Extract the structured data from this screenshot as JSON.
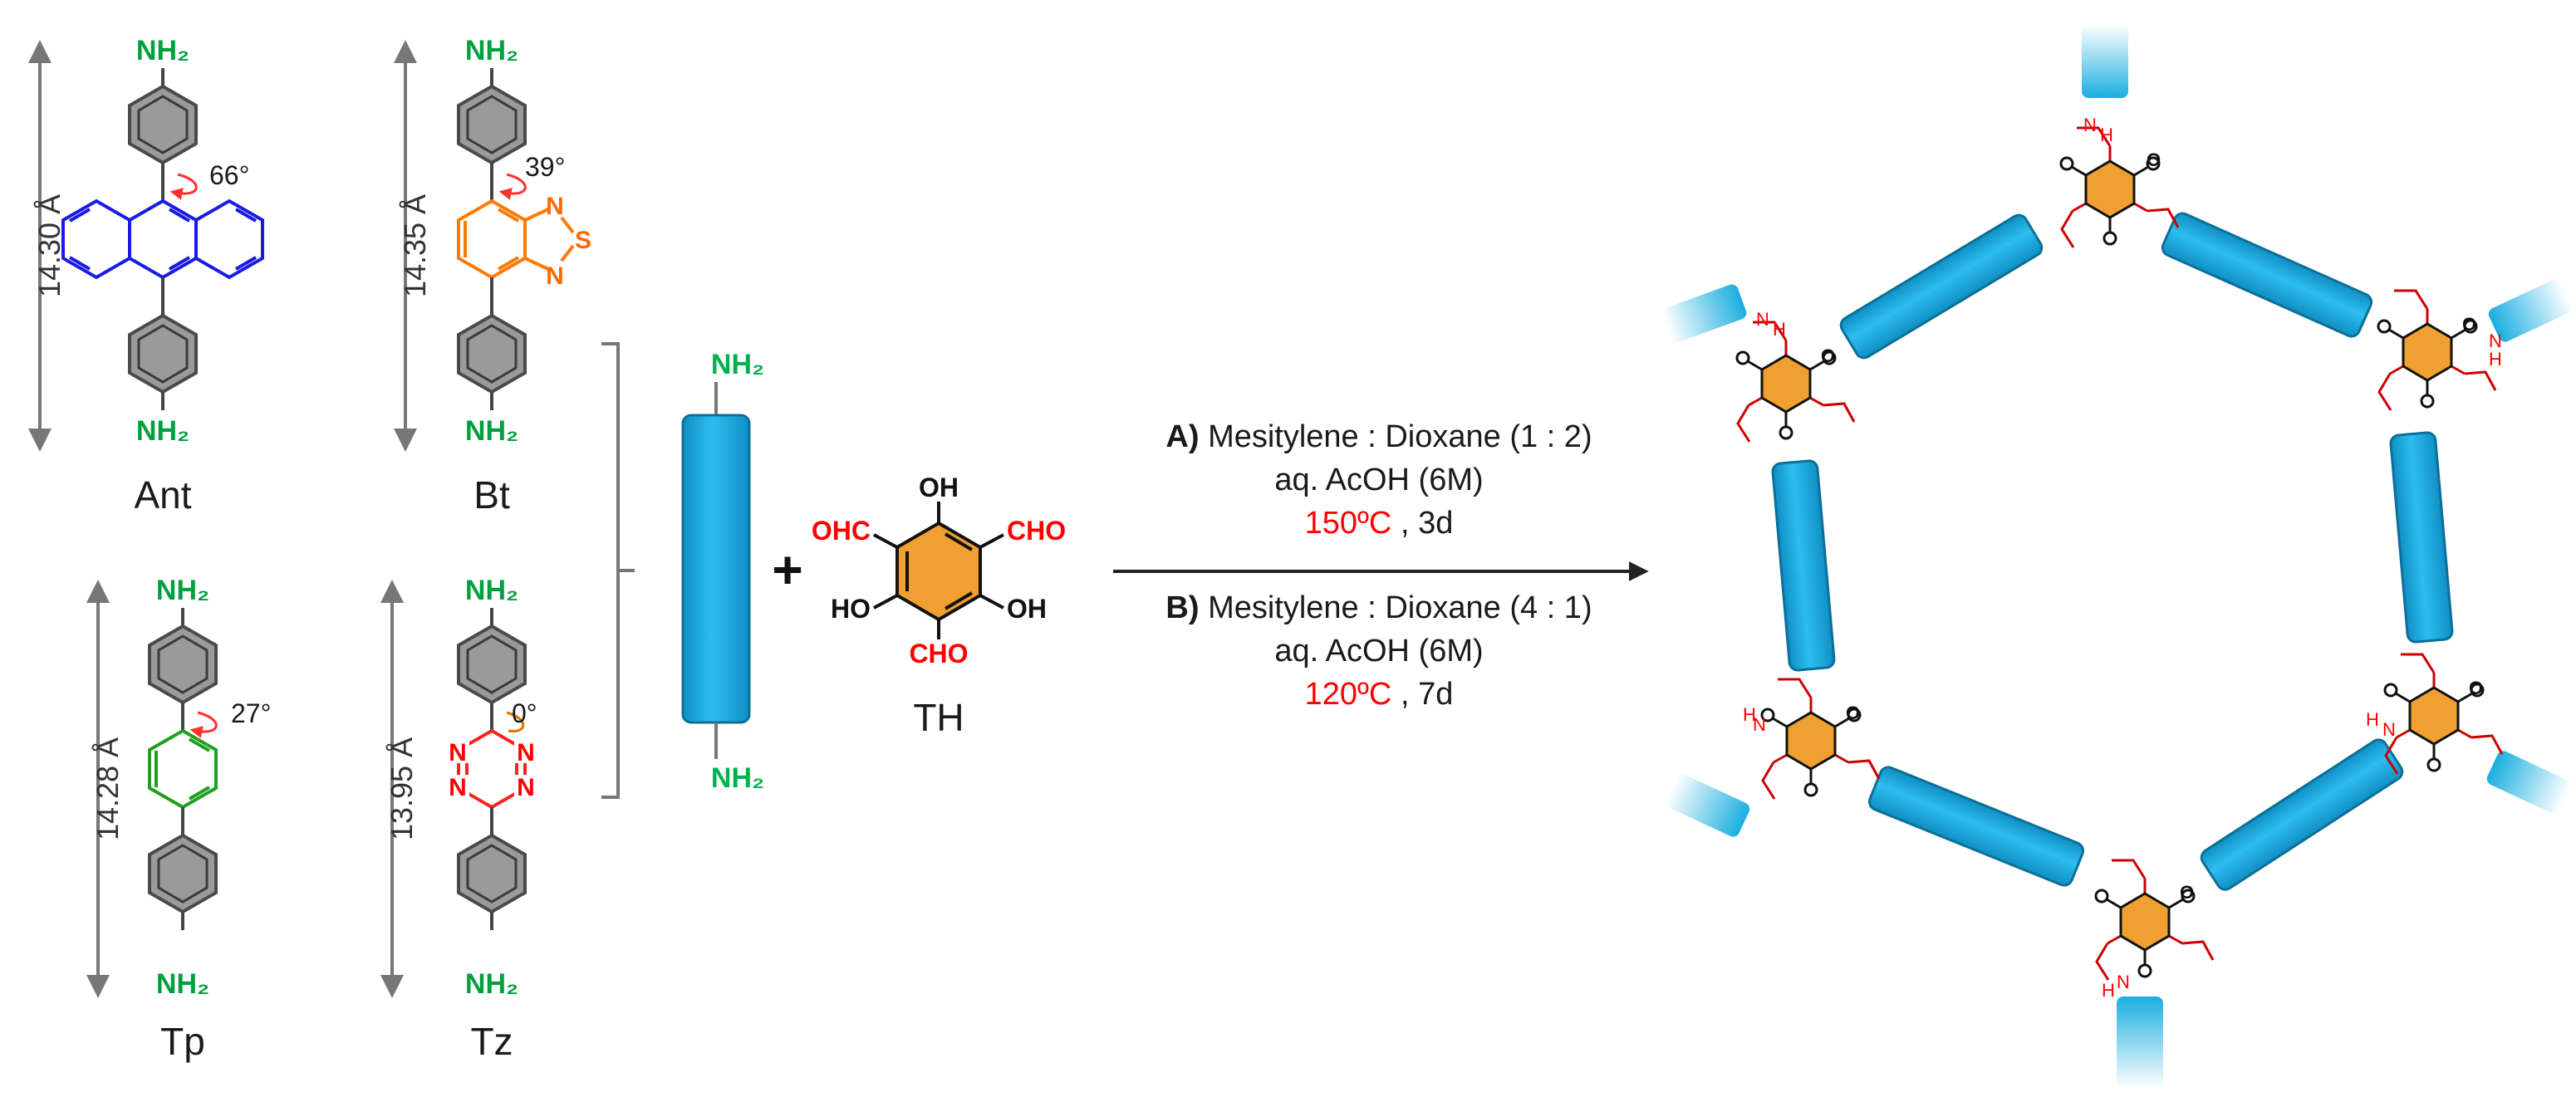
{
  "linkers": {
    "ant": {
      "name": "Ant",
      "length": "14.30 Å",
      "angle": "66°",
      "top_group": "NH₂",
      "bottom_group": "NH₂"
    },
    "bt": {
      "name": "Bt",
      "length": "14.35 Å",
      "angle": "39°",
      "top_group": "NH₂",
      "bottom_group": "NH₂",
      "atoms": [
        "N",
        "S",
        "N"
      ]
    },
    "tp": {
      "name": "Tp",
      "length": "14.28 Å",
      "angle": "27°",
      "top_group": "NH₂",
      "bottom_group": "NH₂"
    },
    "tz": {
      "name": "Tz",
      "length": "13.95 Å",
      "angle": "0°",
      "top_group": "NH₂",
      "bottom_group": "NH₂",
      "atoms": [
        "N",
        "N",
        "N",
        "N"
      ]
    }
  },
  "generic_linker": {
    "top_group": "NH₂",
    "bottom_group": "NH₂"
  },
  "plus": "+",
  "aldehyde": {
    "name": "TH",
    "substituents": {
      "top": "OH",
      "top_left": "OHC",
      "top_right": "CHO",
      "bottom_left": "HO",
      "bottom_right": "OH",
      "bottom": "CHO"
    }
  },
  "conditions": {
    "a": {
      "tag": "A)",
      "solvent": "Mesitylene : Dioxane (1 : 2)",
      "acid": "aq. AcOH (6M)",
      "temp": "150ºC",
      "time": ", 3d"
    },
    "b": {
      "tag": "B)",
      "solvent": "Mesitylene : Dioxane (4 : 1)",
      "acid": "aq. AcOH (6M)",
      "temp": "120ºC",
      "time": ", 7d"
    }
  },
  "node_atoms": {
    "o": "O",
    "n": "N",
    "h": "H"
  },
  "colors": {
    "amine": "#00a040",
    "ant": "#1a1ae6",
    "bt": "#ff7a00",
    "tp": "#1ea01e",
    "tz": "#ff2020",
    "phenyl_fill": "#9a9a9a",
    "aldehyde_fill": "#f0a030",
    "linker_rod": "#1aaee0",
    "highlight": "#ff0000"
  }
}
